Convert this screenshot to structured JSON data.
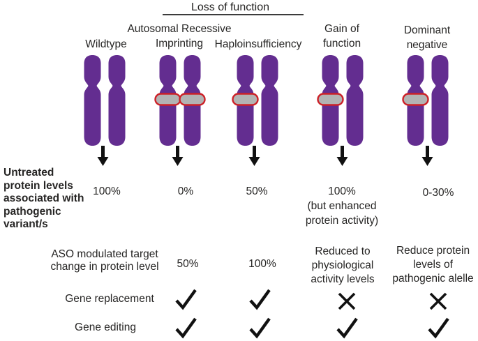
{
  "header": {
    "group_label": "Loss of function"
  },
  "columns": [
    {
      "key": "wildtype",
      "label": "Wildtype",
      "bands": "none",
      "untreated": "100%",
      "aso": "",
      "replacement": "",
      "editing": ""
    },
    {
      "key": "autosomal-recessive-imprinting",
      "label": "Autosomal Recessive\nImprinting",
      "bands": "both",
      "untreated": "0%",
      "aso": "50%",
      "replacement": "check",
      "editing": "check"
    },
    {
      "key": "haploinsufficiency",
      "label": "Haploinsufficiency",
      "bands": "left",
      "untreated": "50%",
      "aso": "100%",
      "replacement": "check",
      "editing": "check"
    },
    {
      "key": "gain-of-function",
      "label": "Gain of\nfunction",
      "bands": "left",
      "untreated": "100%\n(but enhanced\nprotein activity)",
      "aso": "Reduced to\nphysiological\nactivity levels",
      "replacement": "cross",
      "editing": "check"
    },
    {
      "key": "dominant-negative",
      "label": "Dominant\nnegative",
      "bands": "left",
      "untreated": "0-30%",
      "aso": "Reduce protein\nlevels of\npathogenic alelle",
      "replacement": "cross",
      "editing": "check"
    }
  ],
  "rows": {
    "untreated_label": "Untreated\nprotein levels\nassociated with\npathogenic\nvariant/s",
    "aso_label": "ASO modulated target\nchange in protein level",
    "gene_replacement_label": "Gene replacement",
    "gene_editing_label": "Gene editing"
  },
  "colors": {
    "chromosome": "#632d90",
    "band_fill": "#b3b3b3",
    "band_stroke": "#cc2128",
    "ink": "#111111",
    "text": "#262524",
    "underline": "#3c3c3c"
  }
}
